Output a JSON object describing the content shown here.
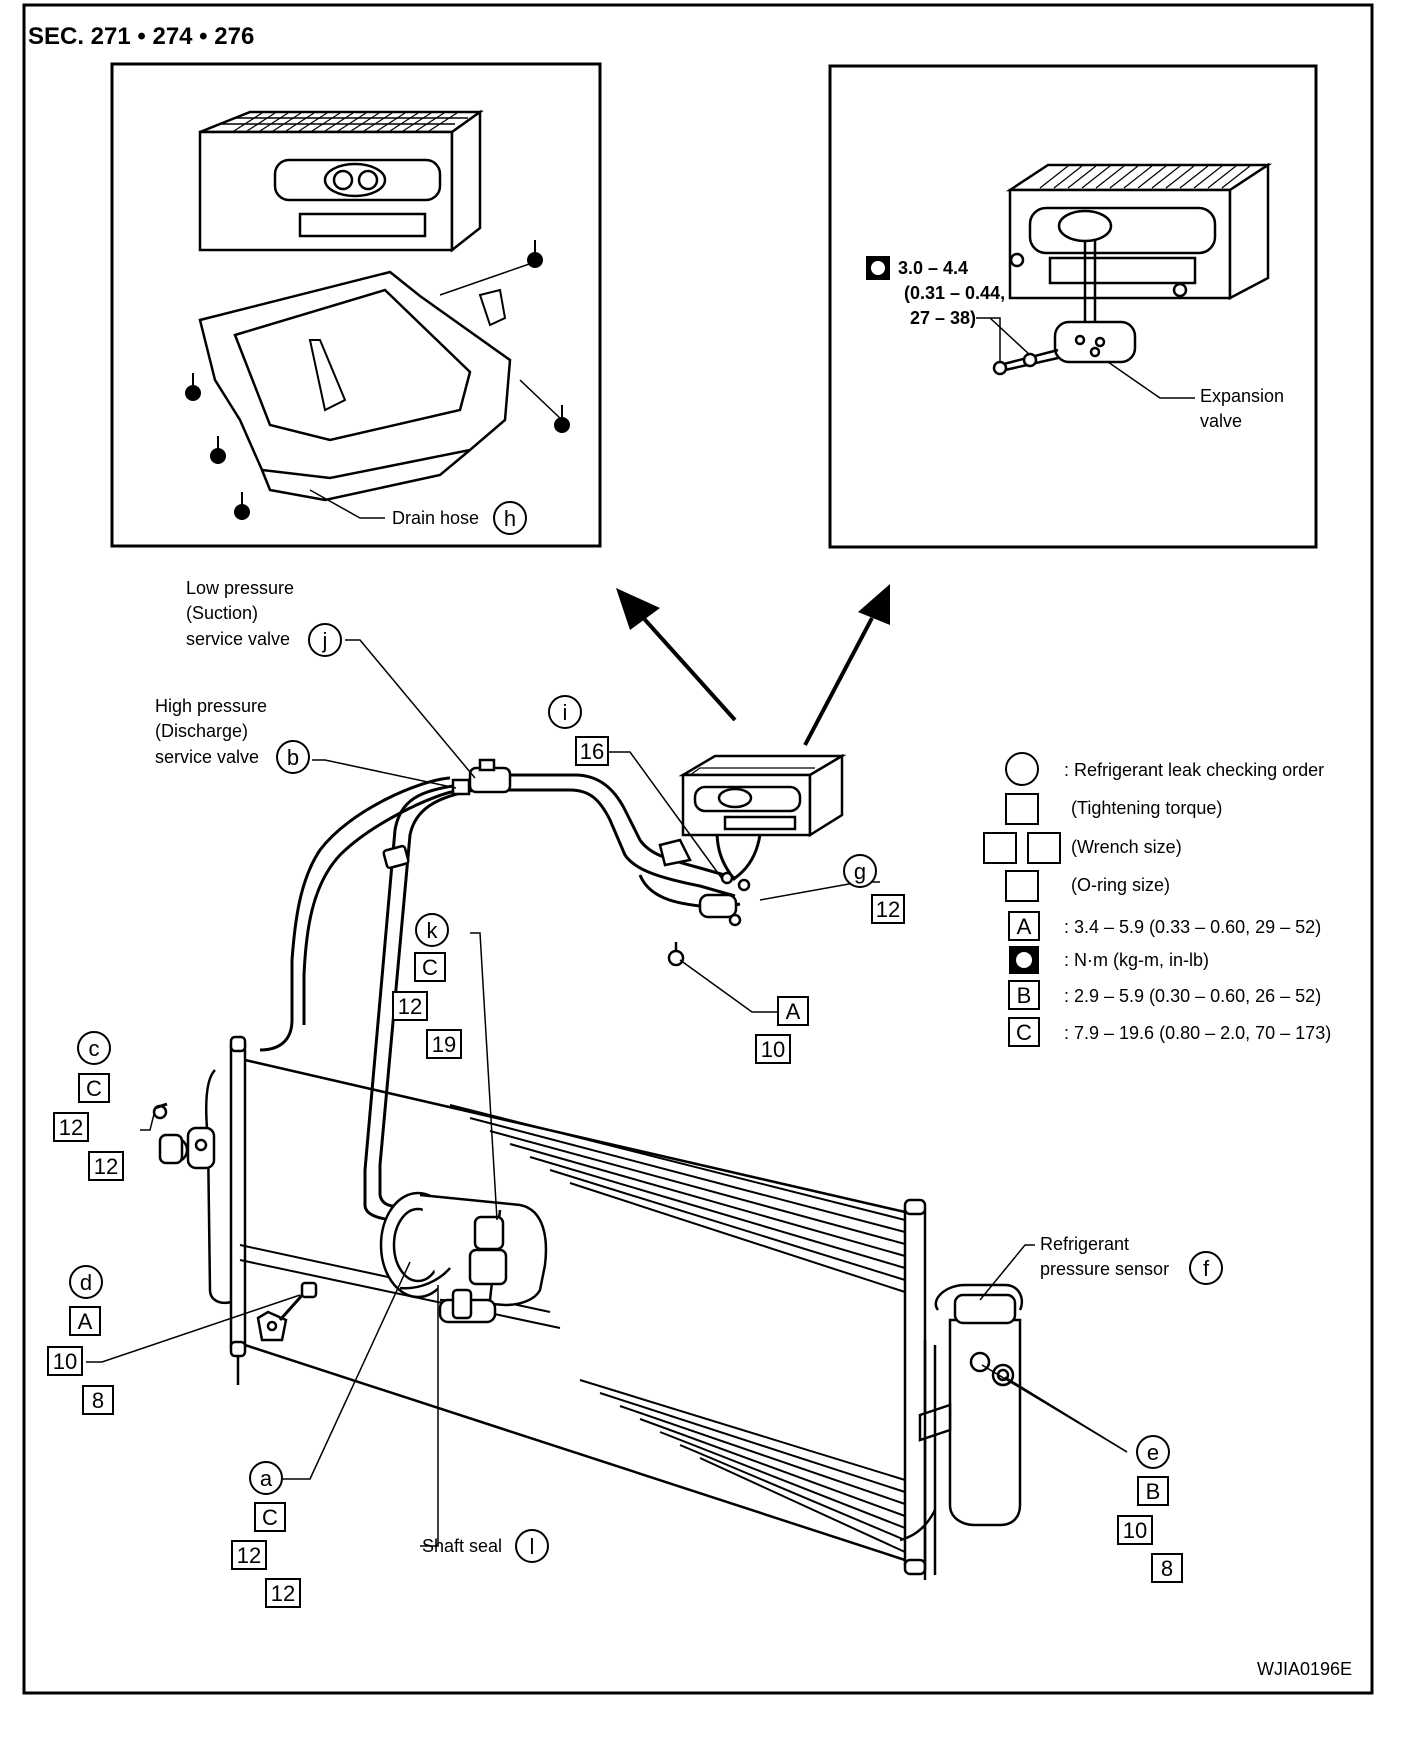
{
  "section_ref": "SEC. 271 • 274 • 276",
  "figure_code": "WJIA0196E",
  "inset_left": {
    "drain_hose_label": "Drain hose",
    "drain_hose_letter": "h"
  },
  "inset_right": {
    "torque_value": "3.0 – 4.4",
    "torque_value_kgm": "(0.31 – 0.44,",
    "torque_value_inlb": "27 – 38)",
    "expansion_valve_line1": "Expansion",
    "expansion_valve_line2": "valve"
  },
  "callouts": {
    "low_pressure": {
      "line1": "Low pressure",
      "line2": "(Suction)",
      "line3": "service valve",
      "letter": "j"
    },
    "high_pressure": {
      "line1": "High pressure",
      "line2": "(Discharge)",
      "line3": "service valve",
      "letter": "b"
    },
    "i": {
      "letter": "i",
      "torque": "16"
    },
    "g": {
      "letter": "g",
      "torque": "12"
    },
    "k": {
      "letter": "k",
      "torque_code": "C",
      "torque": "12",
      "oring": "19"
    },
    "bolt_a": {
      "torque_code": "A",
      "torque": "10"
    },
    "c": {
      "letter": "c",
      "torque_code": "C",
      "torque": "12",
      "oring": "12"
    },
    "d": {
      "letter": "d",
      "torque_code": "A",
      "torque": "10",
      "oring": "8"
    },
    "a": {
      "letter": "a",
      "torque_code": "C",
      "torque": "12",
      "oring": "12"
    },
    "shaft_seal": {
      "label": "Shaft seal",
      "letter": "l"
    },
    "refrigerant_sensor": {
      "line1": "Refrigerant",
      "line2": "pressure sensor",
      "letter": "f"
    },
    "e": {
      "letter": "e",
      "torque_code": "B",
      "torque": "10",
      "oring": "8"
    }
  },
  "legend": {
    "circle_text": ": Refrigerant leak checking order",
    "box_text": "(Tightening torque)",
    "double_box_text": "(Wrench size)",
    "oring_text": "(O-ring size)",
    "a_code": "A",
    "a_text": ": 3.4 – 5.9 (0.33 – 0.60, 29 – 52)",
    "unit_text": ": N·m (kg-m, in-lb)",
    "b_code": "B",
    "b_text": ": 2.9 – 5.9 (0.30 – 0.60, 26 – 52)",
    "c_code": "C",
    "c_text": ": 7.9 – 19.6 (0.80 – 2.0, 70 – 173)"
  }
}
